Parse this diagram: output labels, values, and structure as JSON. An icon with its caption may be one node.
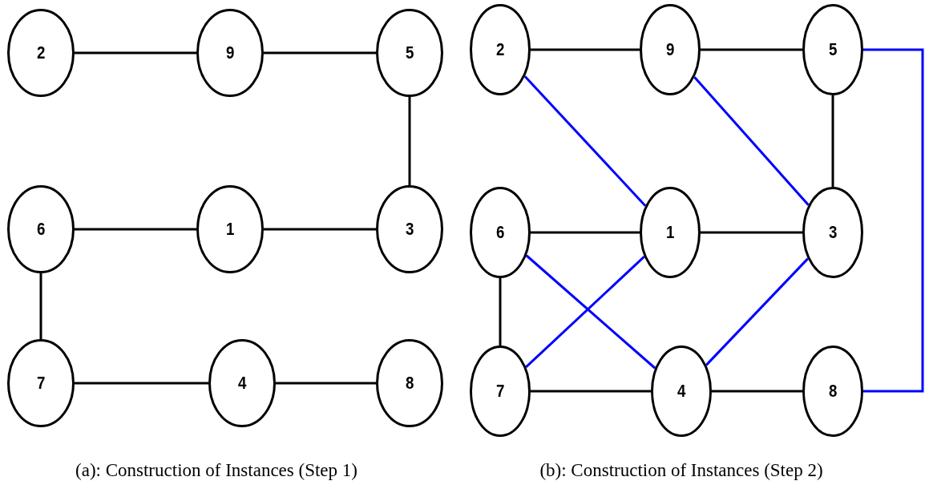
{
  "diagram": {
    "nodes": [
      {
        "text": [
          "2"
        ]
      },
      {
        "text": [
          "9"
        ]
      },
      {
        "text": [
          "5"
        ]
      },
      {
        "text": [
          "6"
        ]
      },
      {
        "text": [
          "1"
        ]
      },
      {
        "text": [
          "3"
        ]
      },
      {
        "text": [
          "7"
        ]
      },
      {
        "text": [
          "4"
        ]
      },
      {
        "text": [
          "8"
        ]
      },
      {
        "text": [
          "2"
        ]
      },
      {
        "text": [
          "9"
        ]
      },
      {
        "text": [
          "5"
        ]
      },
      {
        "text": [
          "6"
        ]
      },
      {
        "text": [
          "1"
        ]
      },
      {
        "text": [
          "3"
        ]
      },
      {
        "text": [
          "7"
        ]
      },
      {
        "text": [
          "4"
        ]
      },
      {
        "text": [
          "8"
        ]
      }
    ],
    "edges": [
      {
        "from": 0,
        "to": 1,
        "arrow": "none"
      },
      {
        "from": 1,
        "to": 2,
        "arrow": "none"
      },
      {
        "from": 2,
        "to": 5,
        "arrow": "none"
      },
      {
        "from": 3,
        "to": 4,
        "arrow": "none"
      },
      {
        "from": 4,
        "to": 5,
        "arrow": "none"
      },
      {
        "from": 3,
        "to": 6,
        "arrow": "none"
      },
      {
        "from": 6,
        "to": 7,
        "arrow": "none"
      },
      {
        "from": 7,
        "to": 8,
        "arrow": "none"
      },
      {
        "from": 9,
        "to": 10,
        "arrow": "none"
      },
      {
        "from": 10,
        "to": 11,
        "arrow": "none"
      },
      {
        "from": 11,
        "to": 14,
        "arrow": "none"
      },
      {
        "from": 12,
        "to": 13,
        "arrow": "none"
      },
      {
        "from": 13,
        "to": 14,
        "arrow": "none"
      },
      {
        "from": 12,
        "to": 15,
        "arrow": "none"
      },
      {
        "from": 15,
        "to": 16,
        "arrow": "none"
      },
      {
        "from": 16,
        "to": 17,
        "arrow": "none"
      },
      {
        "from": 9,
        "to": 13,
        "arrow": "none",
        "color": "#0000ff"
      },
      {
        "from": 10,
        "to": 14,
        "arrow": "none",
        "color": "#0000ff"
      },
      {
        "from": 11,
        "to": 17,
        "arrow": "none",
        "color": "#0000ff"
      },
      {
        "from": 12,
        "to": 16,
        "arrow": "none",
        "color": "#0000ff"
      },
      {
        "from": 15,
        "to": 13,
        "arrow": "none",
        "color": "#0000ff"
      },
      {
        "from": 16,
        "to": 14,
        "arrow": "none",
        "color": "#0000ff"
      }
    ],
    "labels": [
      "(a): Construction of Instances (Step 1)",
      "(b): Construction of Instances (Step 2)"
    ]
  }
}
